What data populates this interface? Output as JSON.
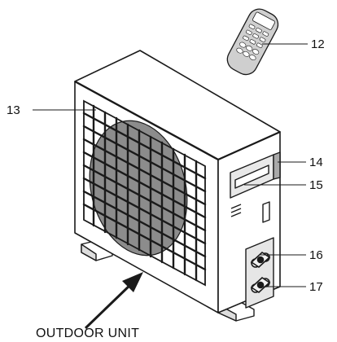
{
  "diagram": {
    "caption": "OUTDOOR UNIT",
    "callouts": [
      {
        "id": "remote",
        "label": "12"
      },
      {
        "id": "grille",
        "label": "13"
      },
      {
        "id": "panel-top",
        "label": "14"
      },
      {
        "id": "panel-bottom",
        "label": "15"
      },
      {
        "id": "upper-valve",
        "label": "16"
      },
      {
        "id": "lower-valve",
        "label": "17"
      }
    ],
    "colors": {
      "line": "#1a1a1a",
      "fan": "#8c8c8c",
      "remote": "#c8c8c8",
      "panel": "#e4e4e4",
      "background": "#ffffff"
    },
    "icons": [
      "remote-control-icon",
      "pointer-arrow-icon"
    ]
  }
}
